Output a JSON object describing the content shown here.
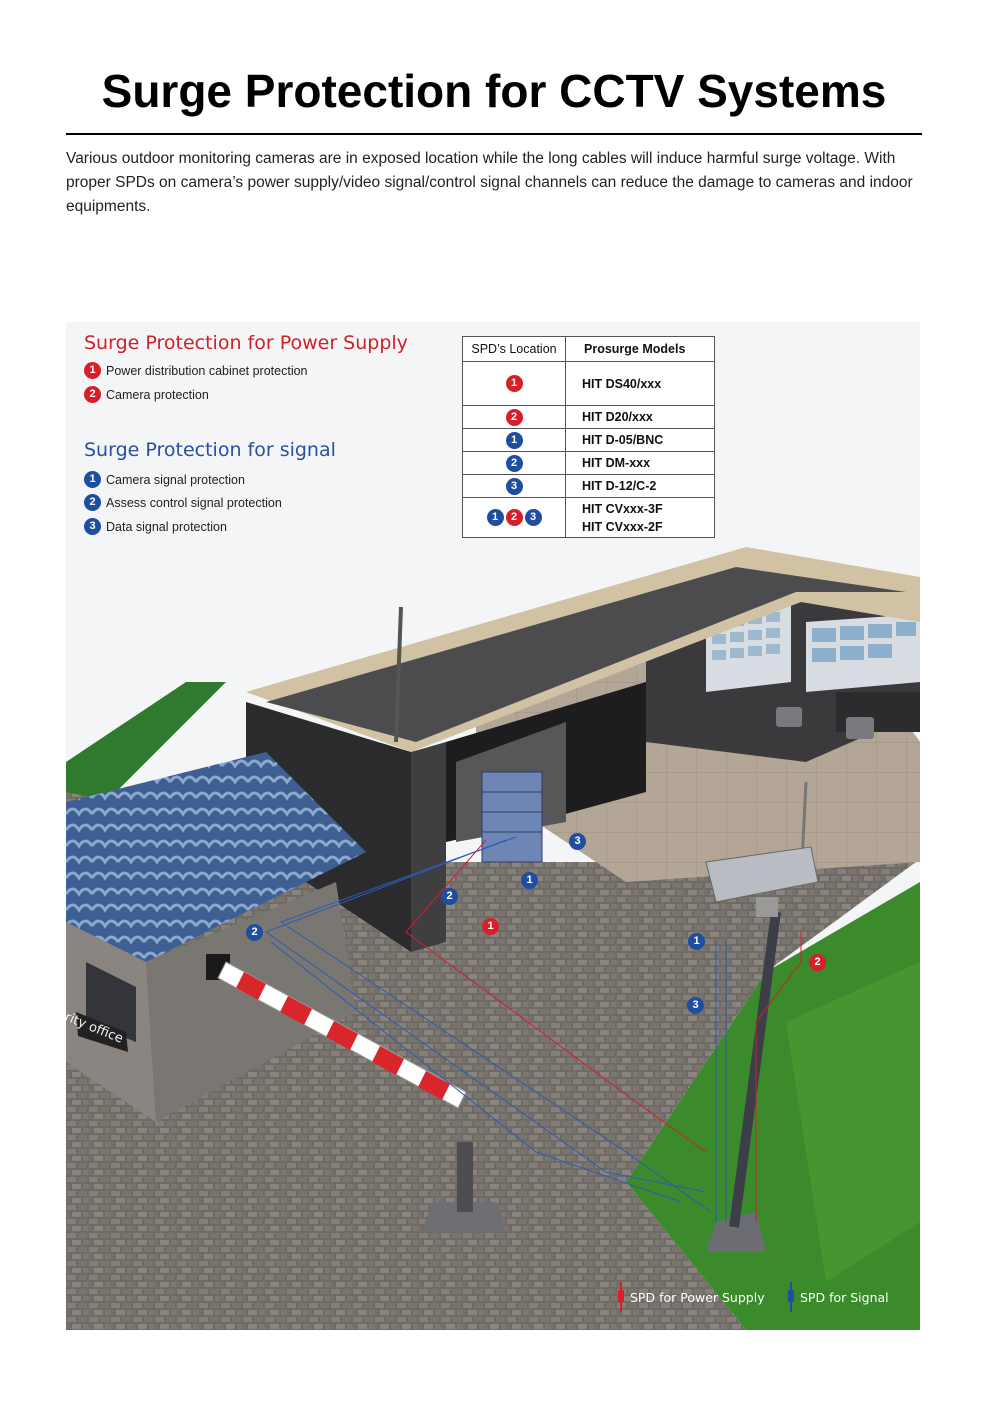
{
  "title": "Surge Protection for CCTV Systems",
  "intro": "Various outdoor monitoring cameras are in exposed location while the long cables will induce harmful surge voltage. With proper SPDs on camera’s power supply/video signal/control signal channels can reduce the damage to cameras and indoor equipments.",
  "power_section": {
    "title": "Surge Protection for Power Supply",
    "items": [
      {
        "num": "1",
        "label": "Power distribution cabinet protection"
      },
      {
        "num": "2",
        "label": "Camera protection"
      }
    ]
  },
  "signal_section": {
    "title": "Surge Protection for signal",
    "items": [
      {
        "num": "1",
        "label": "Camera signal protection"
      },
      {
        "num": "2",
        "label": "Assess control signal protection"
      },
      {
        "num": "3",
        "label": "Data signal protection"
      }
    ]
  },
  "table": {
    "headers": [
      "SPD’s Location",
      "Prosurge Models"
    ],
    "rows": [
      {
        "badges": [
          {
            "num": "1",
            "color": "red"
          }
        ],
        "models": [
          "HIT DS40/xxx"
        ]
      },
      {
        "badges": [
          {
            "num": "2",
            "color": "red"
          }
        ],
        "models": [
          "HIT D20/xxx"
        ]
      },
      {
        "badges": [
          {
            "num": "1",
            "color": "blue"
          }
        ],
        "models": [
          "HIT D-05/BNC"
        ]
      },
      {
        "badges": [
          {
            "num": "2",
            "color": "blue"
          }
        ],
        "models": [
          "HIT DM-xxx"
        ]
      },
      {
        "badges": [
          {
            "num": "3",
            "color": "blue"
          }
        ],
        "models": [
          "HIT D-12/C-2"
        ]
      },
      {
        "badges": [
          {
            "num": "1",
            "color": "blue"
          },
          {
            "num": "2",
            "color": "red"
          },
          {
            "num": "3",
            "color": "blue"
          }
        ],
        "models": [
          "HIT CVxxx-3F",
          "HIT CVxxx-2F"
        ]
      }
    ]
  },
  "scene": {
    "sign_text": "rity office",
    "markers": [
      {
        "num": "3",
        "color": "blue"
      },
      {
        "num": "1",
        "color": "blue"
      },
      {
        "num": "2",
        "color": "blue"
      },
      {
        "num": "1",
        "color": "red"
      },
      {
        "num": "2",
        "color": "blue"
      },
      {
        "num": "1",
        "color": "blue"
      },
      {
        "num": "2",
        "color": "red"
      },
      {
        "num": "3",
        "color": "blue"
      }
    ],
    "legend": {
      "power": "SPD for Power Supply",
      "signal": "SPD for Signal"
    }
  },
  "colors": {
    "red": "#d91e27",
    "blue": "#1f4ea0",
    "power_title": "#d0202a",
    "signal_title": "#2a4fa0"
  }
}
